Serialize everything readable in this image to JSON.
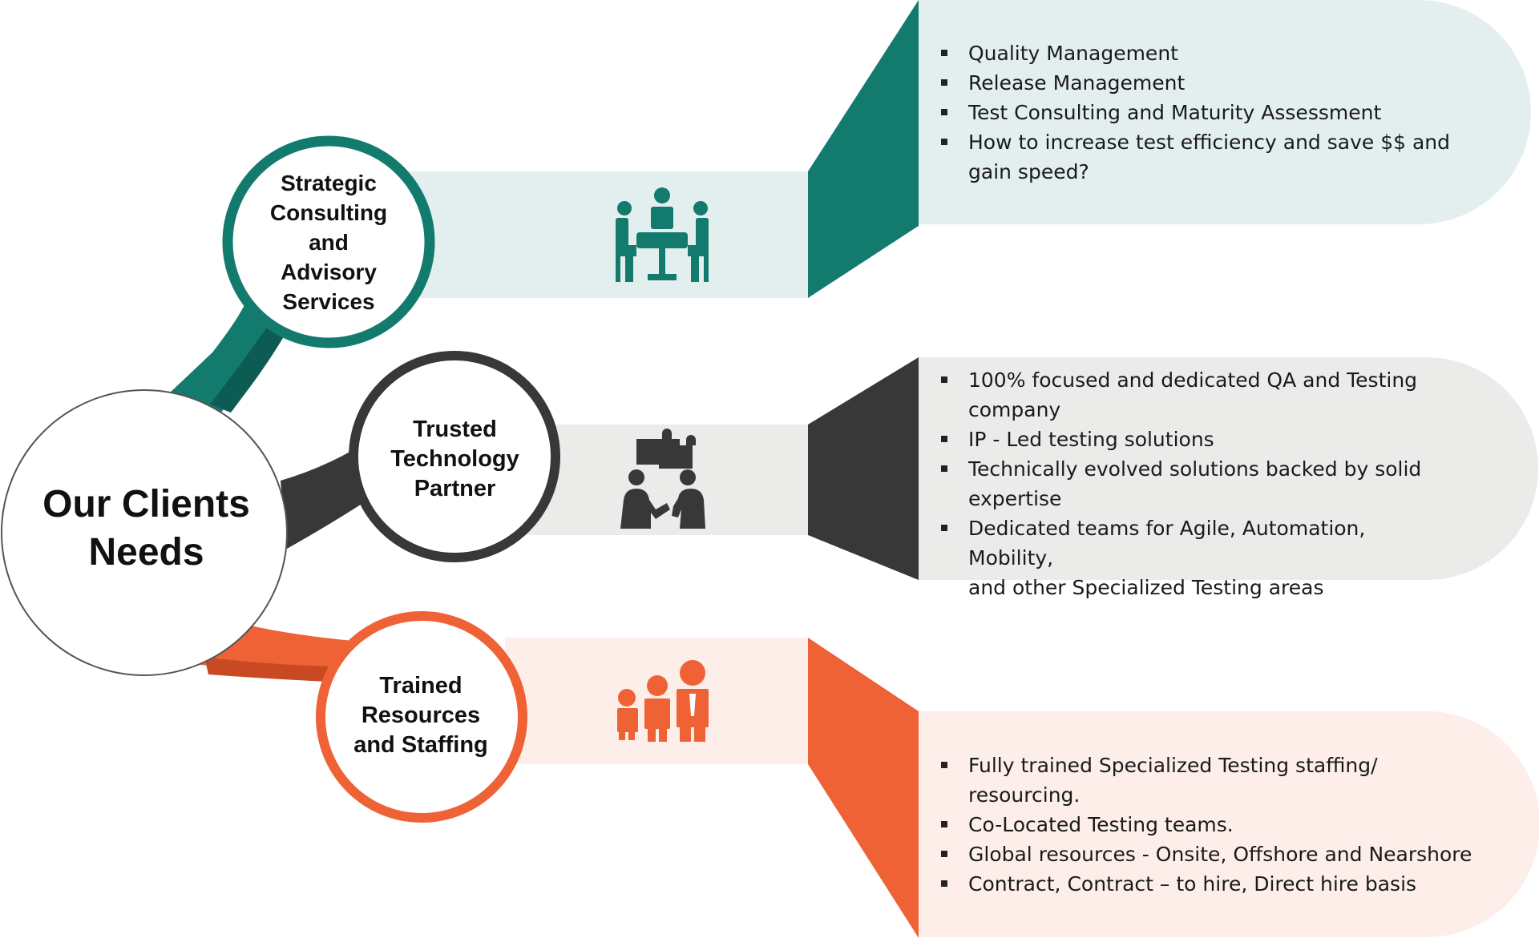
{
  "hub": {
    "title_line1": "Our Clients",
    "title_line2": "Needs"
  },
  "branches": [
    {
      "label_lines": [
        "Strategic",
        "Consulting",
        "and",
        "Advisory",
        "Services"
      ],
      "icon": "meeting-table-icon",
      "color": "#137a6e",
      "panel_color": "#e3efee",
      "bullets": [
        "Quality Management",
        "Release Management",
        "Test Consulting and Maturity Assessment",
        "How to increase test efficiency and save $$ and",
        "gain speed?"
      ]
    },
    {
      "label_lines": [
        "Trusted",
        "Technology",
        "Partner"
      ],
      "icon": "handshake-puzzle-icon",
      "color": "#383838",
      "panel_color": "#ebebea",
      "bullets": [
        "100% focused and dedicated QA and Testing",
        "company",
        "IP - Led testing solutions",
        "Technically evolved solutions backed by solid",
        "expertise",
        "Dedicated teams for Agile, Automation, Mobility,",
        "and other Specialized Testing areas"
      ]
    },
    {
      "label_lines": [
        "Trained",
        "Resources",
        "and Staffing"
      ],
      "icon": "staff-group-icon",
      "color": "#ee6236",
      "panel_color": "#fdeee9",
      "bullets": [
        "Fully trained Specialized Testing staffing/",
        "resourcing.",
        "Co-Located Testing teams.",
        "Global resources - Onsite, Offshore and Nearshore",
        "Contract, Contract – to hire, Direct hire basis"
      ]
    }
  ]
}
